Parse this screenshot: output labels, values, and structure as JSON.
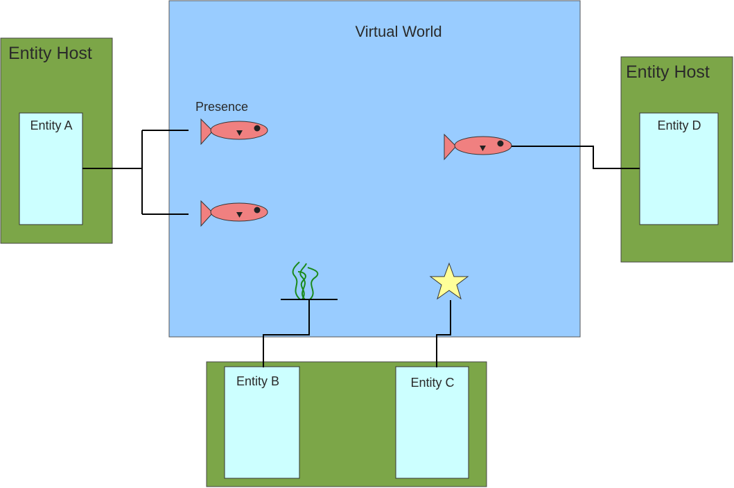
{
  "world": {
    "title": "Virtual World",
    "presence_label": "Presence"
  },
  "hosts": [
    {
      "title": "Entity Host"
    },
    {
      "title": "Entity Host"
    }
  ],
  "entities": {
    "a": "Entity A",
    "b": "Entity B",
    "c": "Entity C",
    "d": "Entity D"
  },
  "colors": {
    "world_fill": "#99ccff",
    "host_fill": "#7ca648",
    "entity_fill": "#ccffff",
    "fish_fill": "#f08080",
    "star_fill": "#ffff99",
    "seaweed": "#1a8a1a",
    "connector": "#000000"
  },
  "icons": [
    "fish-icon",
    "seaweed-icon",
    "star-icon"
  ]
}
